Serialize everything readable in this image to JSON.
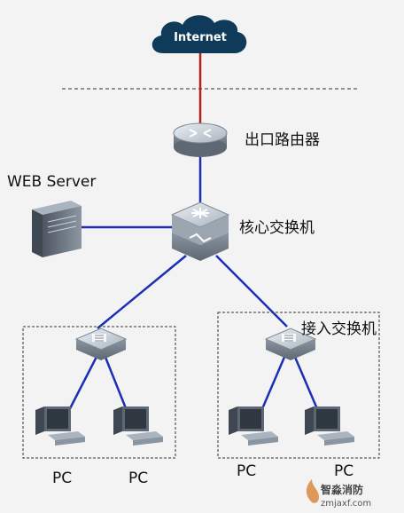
{
  "labels": {
    "internet": "Internet",
    "exit_router": "出口路由器",
    "web_server": "WEB Server",
    "core_switch": "核心交换机",
    "access_switch": "接入交换机",
    "pc": "PC"
  },
  "watermark": {
    "name": "智淼消防",
    "url": "zmjaxf.com"
  },
  "colors": {
    "link_blue": "#1b2fb5",
    "wan_link": "#b32020",
    "cloud": "#0f3a5a",
    "device_gray": "#8f9aa6"
  }
}
